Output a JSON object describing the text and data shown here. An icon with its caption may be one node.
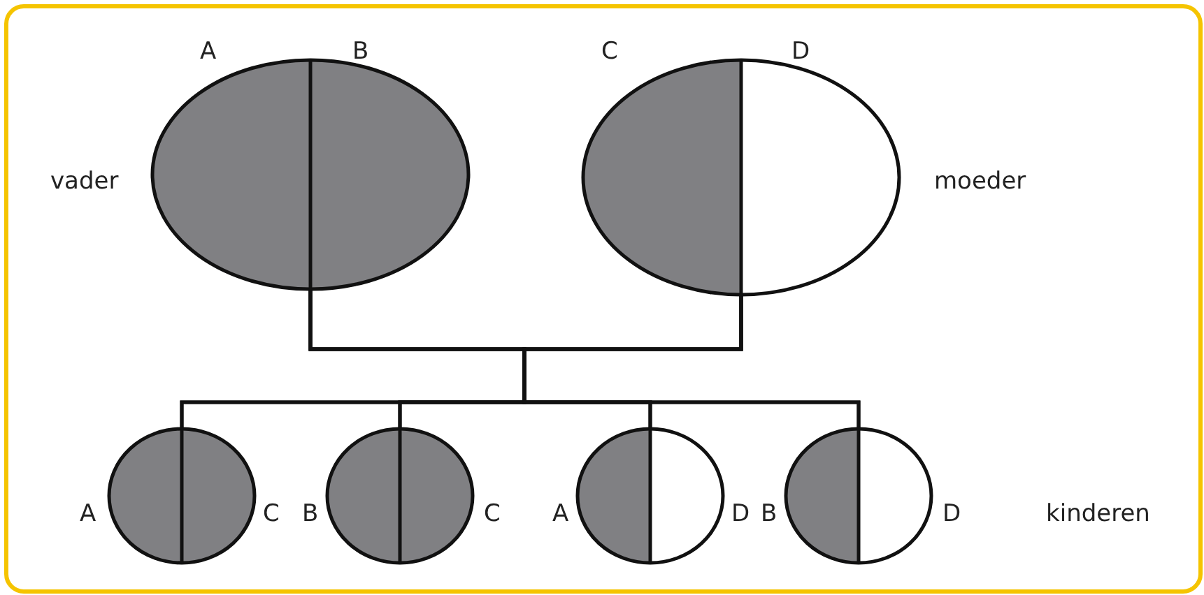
{
  "diagram": {
    "nodes": [
      {
        "text": [],
        "shape": "ellipse",
        "beside": [
          "A",
          "B",
          "vader"
        ]
      },
      {
        "text": [],
        "shape": "ellipse",
        "beside": [
          "C",
          "D",
          "moeder"
        ]
      },
      {
        "text": [],
        "shape": "ellipse",
        "beside": [
          "A",
          "C"
        ]
      },
      {
        "text": [],
        "shape": "ellipse",
        "beside": [
          "B",
          "C"
        ]
      },
      {
        "text": [],
        "shape": "ellipse",
        "beside": [
          "A",
          "D"
        ]
      },
      {
        "text": [],
        "shape": "ellipse",
        "beside": [
          "B",
          "D"
        ]
      }
    ],
    "edges": [
      {
        "from": 0,
        "to": 2,
        "arrow": "none"
      },
      {
        "from": 0,
        "to": 3,
        "arrow": "none"
      },
      {
        "from": 0,
        "to": 4,
        "arrow": "none"
      },
      {
        "from": 0,
        "to": 5,
        "arrow": "none"
      },
      {
        "from": 1,
        "to": 2,
        "arrow": "none"
      },
      {
        "from": 1,
        "to": 3,
        "arrow": "none"
      },
      {
        "from": 1,
        "to": 4,
        "arrow": "none"
      },
      {
        "from": 1,
        "to": 5,
        "arrow": "none"
      }
    ],
    "labels": [
      "kinderen"
    ]
  }
}
